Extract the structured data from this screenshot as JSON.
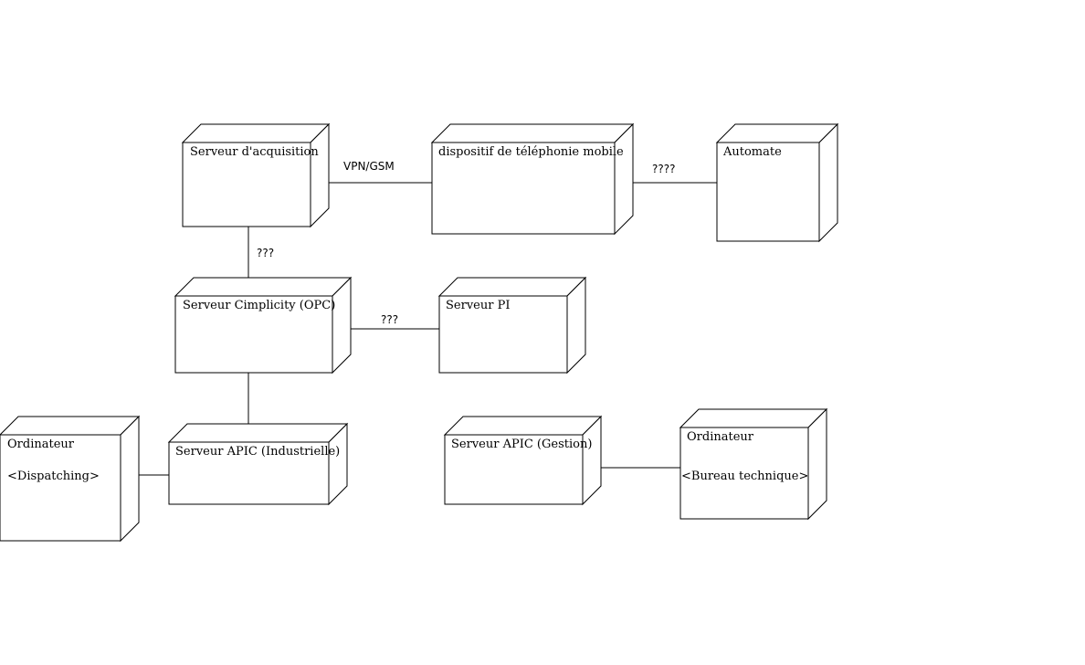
{
  "nodes": {
    "serveur_acquisition": {
      "label": "Serveur d'acquisition"
    },
    "dispositif_telephonie": {
      "label": "dispositif de téléphonie mobile"
    },
    "automate": {
      "label": "Automate"
    },
    "serveur_cimplicity": {
      "label": "Serveur Cimplicity (OPC)"
    },
    "serveur_pi": {
      "label": "Serveur PI"
    },
    "ordinateur_dispatching": {
      "label": "Ordinateur",
      "sublabel": "<Dispatching>"
    },
    "serveur_apic_industrielle": {
      "label": "Serveur APIC (Industrielle)"
    },
    "serveur_apic_gestion": {
      "label": "Serveur APIC (Gestion)"
    },
    "ordinateur_bureau": {
      "label": "Ordinateur",
      "sublabel": "<Bureau technique>"
    }
  },
  "links": {
    "acquisition_telephonie": {
      "label": "VPN/GSM"
    },
    "telephonie_automate": {
      "label": "????"
    },
    "acquisition_cimplicity": {
      "label": "???"
    },
    "cimplicity_pi": {
      "label": "???"
    }
  },
  "colors": {
    "stroke": "#000000",
    "fill": "#ffffff"
  }
}
